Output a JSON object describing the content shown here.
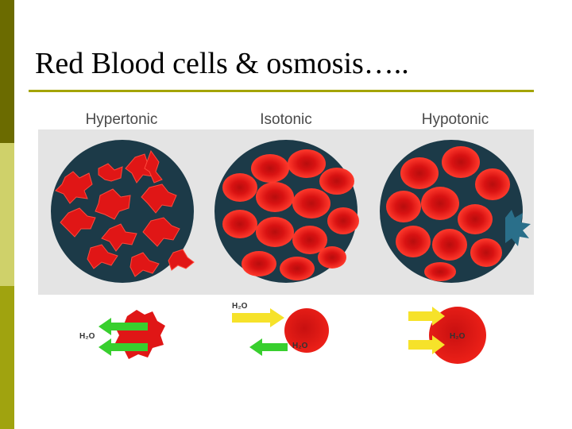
{
  "slide": {
    "title": "Red Blood cells & osmosis…..",
    "colors": {
      "stripe_dark": "#6b6b00",
      "stripe_light": "#cfd16a",
      "stripe_mid": "#a0a30f",
      "rule": "#a4a400",
      "plate_bg": "#e4e4e4",
      "dish": "#1c3a48",
      "cell": "#e01616",
      "cell_dark": "#b80d0d",
      "cell_light": "#ff4a3c",
      "arrow_out": "#38cf2e",
      "arrow_in": "#f6e22a"
    }
  },
  "panels": [
    {
      "label": "Hypertonic",
      "water_label": "H₂O",
      "water_flow": "out"
    },
    {
      "label": "Isotonic",
      "water_label_in": "H₂O",
      "water_label_cell": "H₂O",
      "water_flow": "balanced"
    },
    {
      "label": "Hypotonic",
      "water_label_cell": "H₂O",
      "water_flow": "in"
    }
  ]
}
